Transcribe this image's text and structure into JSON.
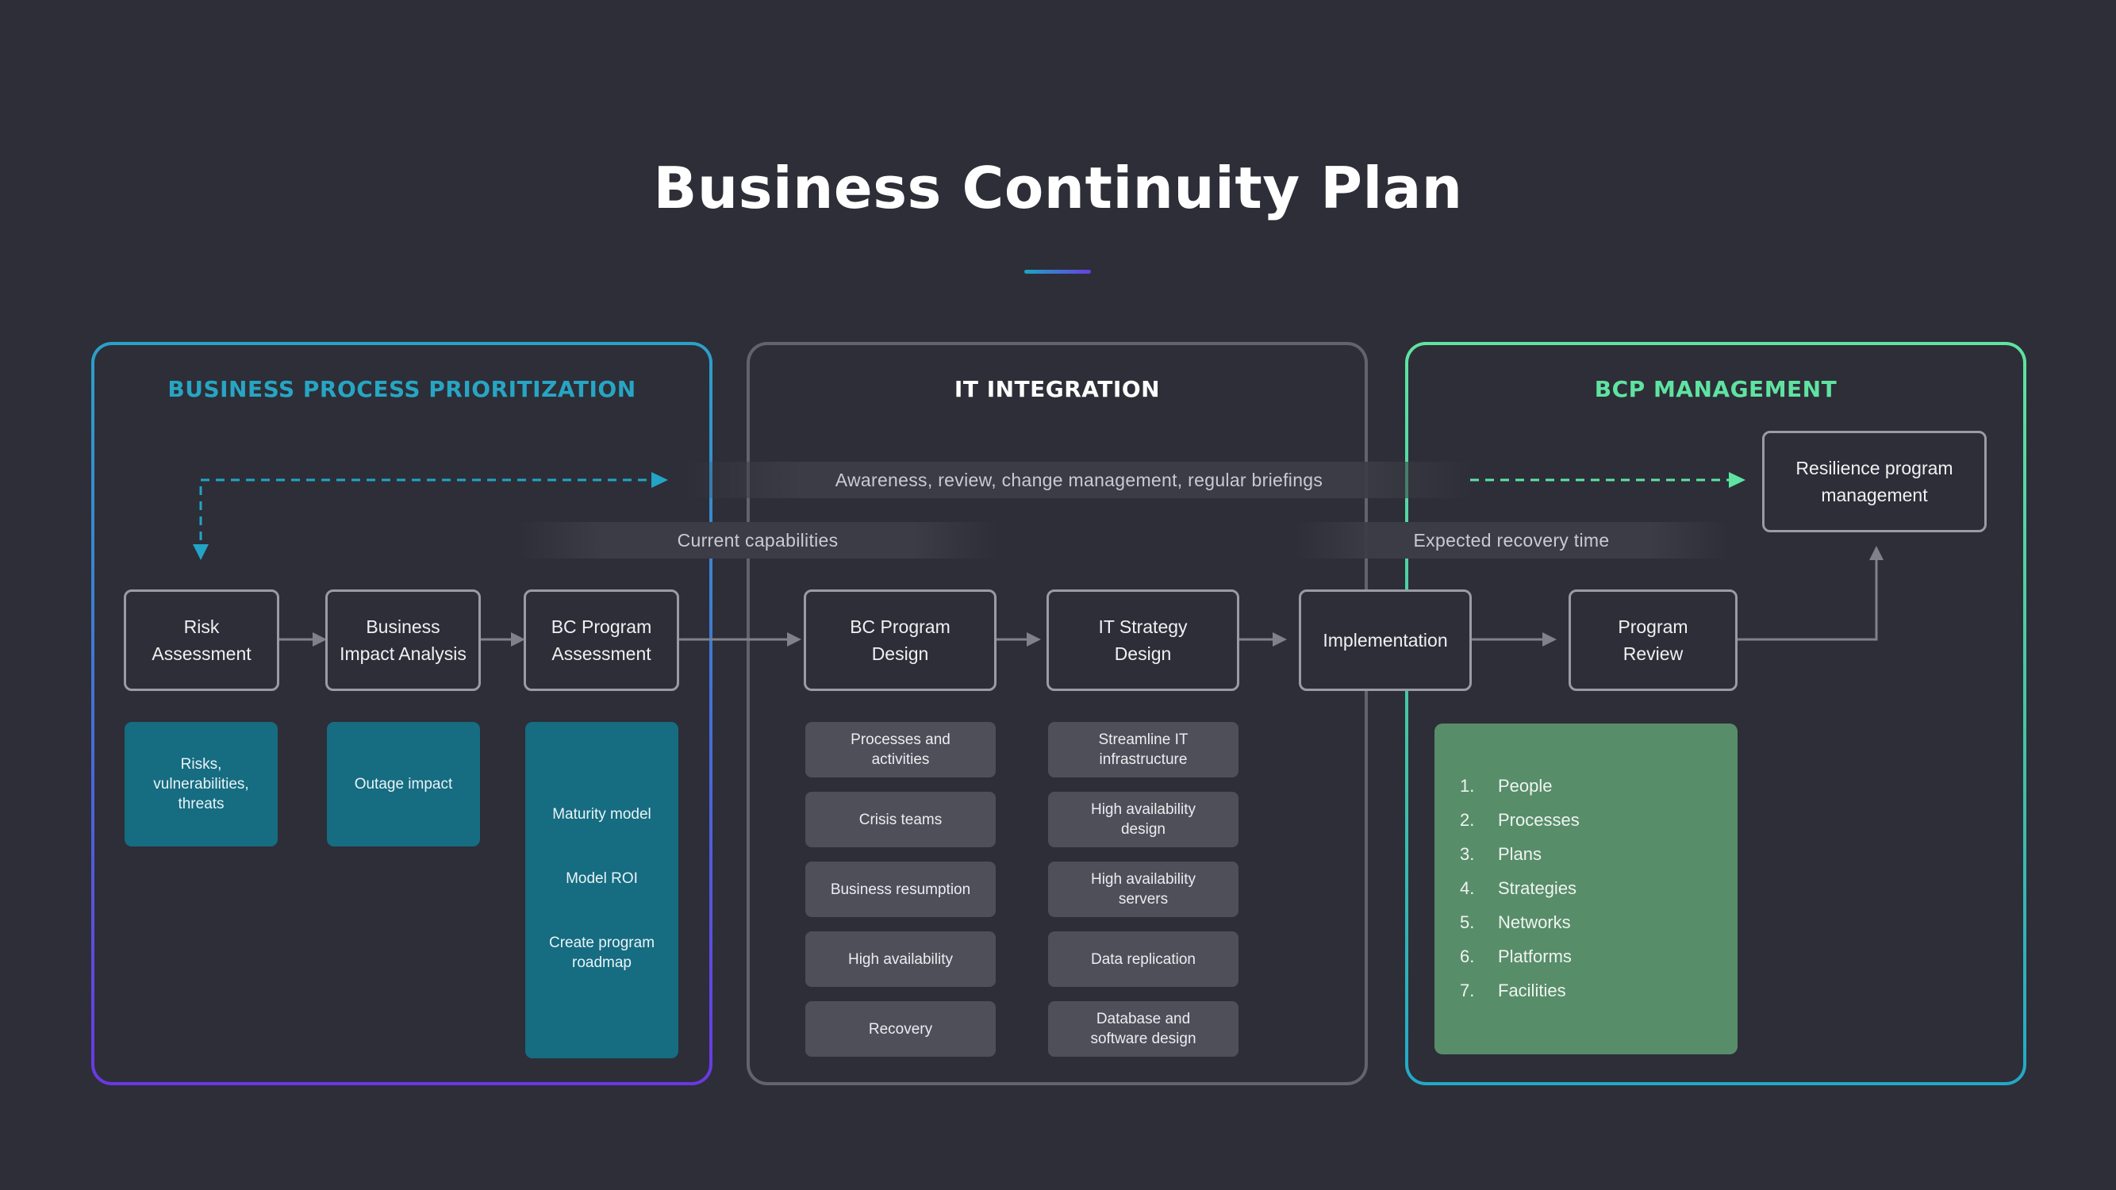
{
  "title": "Business Continuity Plan",
  "sections": {
    "prioritization": "BUSINESS PROCESS PRIORITIZATION",
    "it_integration": "IT INTEGRATION",
    "bcp_management": "BCP MANAGEMENT"
  },
  "bands": {
    "awareness": "Awareness, review, change management, regular briefings",
    "current": "Current capabilities",
    "recovery": "Expected recovery time"
  },
  "steps": {
    "risk": "Risk\nAssessment",
    "bia": "Business\nImpact Analysis",
    "bcpa": "BC Program\nAssessment",
    "bcpd": "BC Program\nDesign",
    "itsd": "IT Strategy\nDesign",
    "impl": "Implementation",
    "review": "Program\nReview",
    "resilience": "Resilience program\nmanagement"
  },
  "teal_cards": {
    "risks": "Risks,\nvulnerabilities,\nthreats",
    "outage": "Outage impact",
    "maturity": "Maturity model",
    "roi": "Model ROI",
    "roadmap": "Create program\nroadmap"
  },
  "design_items": [
    "Processes and\nactivities",
    "Crisis teams",
    "Business resumption",
    "High availability",
    "Recovery"
  ],
  "it_items": [
    "Streamline IT\ninfrastructure",
    "High availability\ndesign",
    "High availability\nservers",
    "Data replication",
    "Database and\nsoftware design"
  ],
  "management_list": [
    {
      "num": "1.",
      "label": "People"
    },
    {
      "num": "2.",
      "label": "Processes"
    },
    {
      "num": "3.",
      "label": "Plans"
    },
    {
      "num": "4.",
      "label": "Strategies"
    },
    {
      "num": "5.",
      "label": "Networks"
    },
    {
      "num": "6.",
      "label": "Platforms"
    },
    {
      "num": "7.",
      "label": "Facilities"
    }
  ],
  "colors": {
    "background": "#2d2e37",
    "teal": "#166c81",
    "blue_accent": "#27a5c4",
    "green_accent": "#5fe3a1",
    "green_card": "#588d6a",
    "grey_card": "#4e4f59"
  }
}
